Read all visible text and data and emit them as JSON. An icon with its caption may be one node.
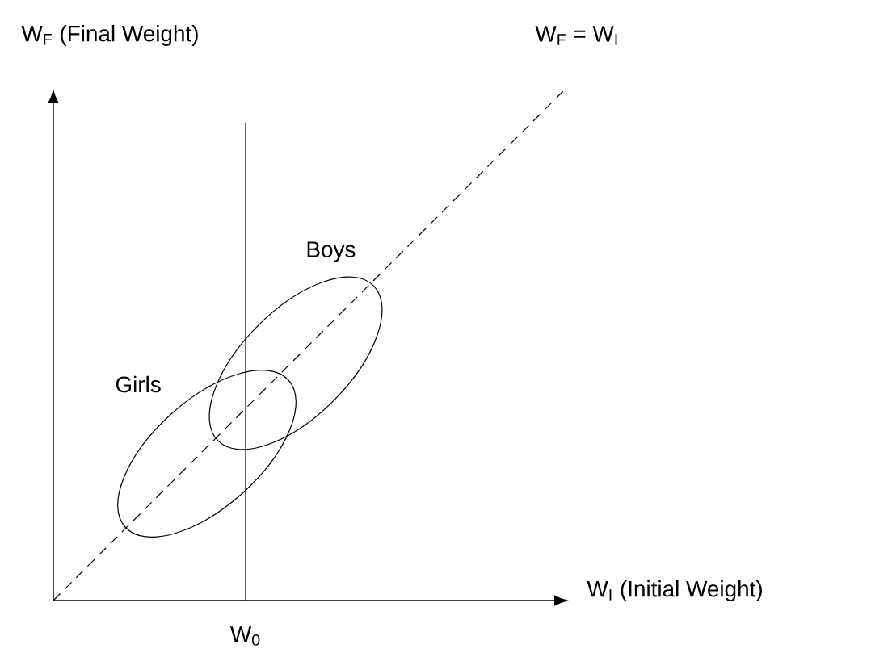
{
  "diagram": {
    "nodes": [
      {
        "text": [
          "Girls"
        ]
      },
      {
        "text": [
          "Boys"
        ]
      }
    ],
    "labels": [
      "W$_{F}$  (Final Weight)",
      "W$_{F}$ = W$_{I}$",
      "W$_{I}$   (Initial Weight)",
      "W$_{0}$"
    ]
  }
}
